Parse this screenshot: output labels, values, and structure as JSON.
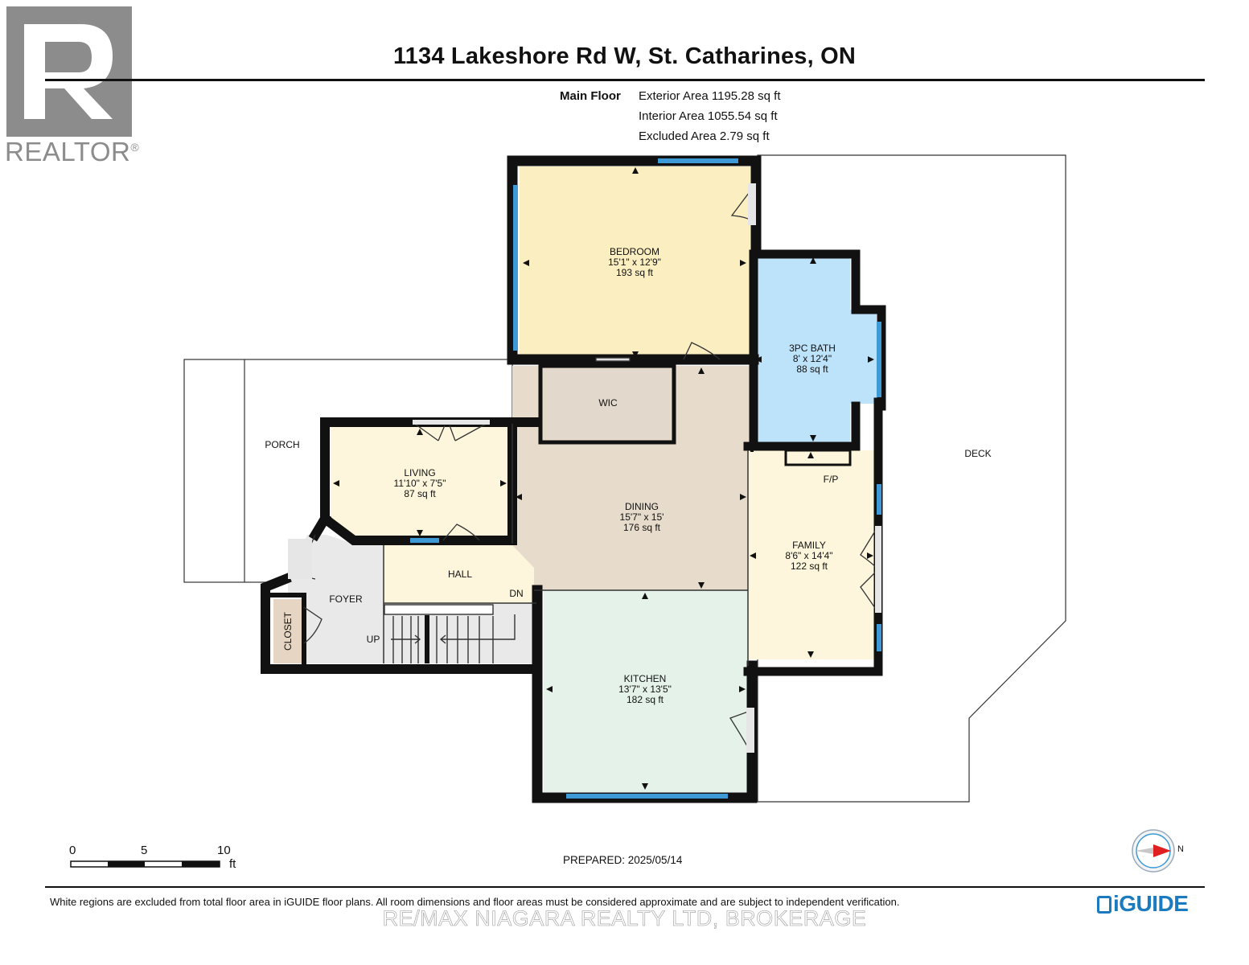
{
  "header": {
    "title": "1134 Lakeshore Rd W, St. Catharines, ON",
    "logo_text": "REALTOR",
    "logo_mark": "®"
  },
  "areas": {
    "floor": "Main Floor",
    "exterior": "Exterior Area 1195.28 sq ft",
    "interior": "Interior Area 1055.54 sq ft",
    "excluded": "Excluded Area 2.79 sq ft"
  },
  "rooms": {
    "bedroom": {
      "name": "BEDROOM",
      "dims": "15'1\" x 12'9\"",
      "area": "193 sq ft"
    },
    "bath": {
      "name": "3PC BATH",
      "dims": "8' x 12'4\"",
      "area": "88 sq ft"
    },
    "wic": {
      "name": "WIC"
    },
    "porch": {
      "name": "PORCH"
    },
    "deck": {
      "name": "DECK"
    },
    "living": {
      "name": "LIVING",
      "dims": "11'10\" x 7'5\"",
      "area": "87 sq ft"
    },
    "dining": {
      "name": "DINING",
      "dims": "15'7\" x 15'",
      "area": "176 sq ft"
    },
    "family": {
      "name": "FAMILY",
      "dims": "8'6\" x 14'4\"",
      "area": "122 sq ft"
    },
    "fp": {
      "name": "F/P"
    },
    "hall": {
      "name": "HALL"
    },
    "dn": {
      "name": "DN"
    },
    "foyer": {
      "name": "FOYER"
    },
    "up": {
      "name": "UP"
    },
    "closet": {
      "name": "CLOSET"
    },
    "kitchen": {
      "name": "KITCHEN",
      "dims": "13'7\" x 13'5\"",
      "area": "182 sq ft"
    }
  },
  "colors": {
    "wall": "#111111",
    "window": "#3d9ad6",
    "bedroom": "#fbeec0",
    "bath": "#bde3fb",
    "wic": "#e2d9cc",
    "dining": "#e7dccb",
    "living": "#fdf6dc",
    "family": "#fdf6dc",
    "hall": "#fdf6dc",
    "foyer": "#e9e9e9",
    "kitchen": "#e5f2ea",
    "closet": "#e5d5c2"
  },
  "scale": {
    "labels": [
      "0",
      "5",
      "10"
    ],
    "unit": "ft"
  },
  "footer": {
    "prepared": "PREPARED: 2025/05/14",
    "disclaimer": "White regions are excluded from total floor area in iGUIDE floor plans. All room dimensions and floor areas must be considered approximate and are subject to independent verification.",
    "brokerage": "RE/MAX NIAGARA REALTY LTD, BROKERAGE",
    "brand": "iGUIDE",
    "compass_label": "N"
  }
}
